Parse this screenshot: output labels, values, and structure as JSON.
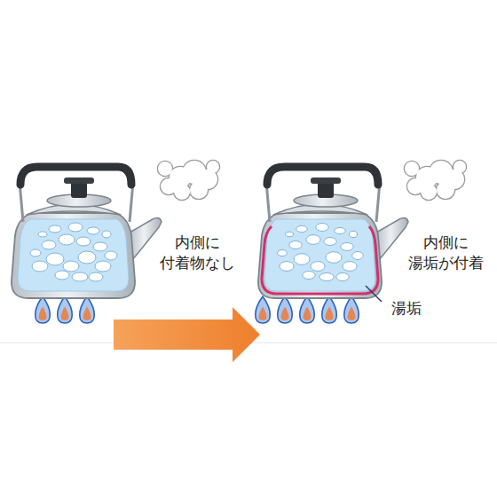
{
  "diagram": {
    "labels": [
      "内側に 付着物なし",
      "内側に 湯垢が付着",
      "湯垢"
    ]
  }
}
